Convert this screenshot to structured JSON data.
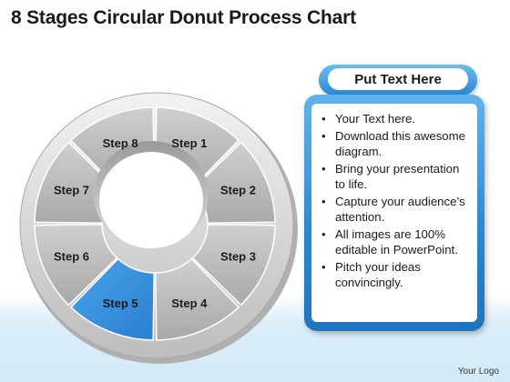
{
  "title": "8 Stages Circular Donut Process Chart",
  "diagram": {
    "highlight_color": "#3a8fd8",
    "segment_color": "#b8b8b8",
    "highlighted_step": "Step 5",
    "steps": [
      {
        "label": "Step 1"
      },
      {
        "label": "Step 2"
      },
      {
        "label": "Step 3"
      },
      {
        "label": "Step 4"
      },
      {
        "label": "Step 5"
      },
      {
        "label": "Step 6"
      },
      {
        "label": "Step 7"
      },
      {
        "label": "Step 8"
      }
    ]
  },
  "text_panel": {
    "header": "Put Text Here",
    "accent_color": "#2a86d4",
    "bullets": [
      "Your Text here.",
      "Download this awesome diagram.",
      "Bring your presentation to life.",
      "Capture your audience’s attention.",
      "All images are 100% editable in PowerPoint.",
      "Pitch your ideas convincingly."
    ]
  },
  "footer": {
    "logo_text": "Your Logo"
  }
}
